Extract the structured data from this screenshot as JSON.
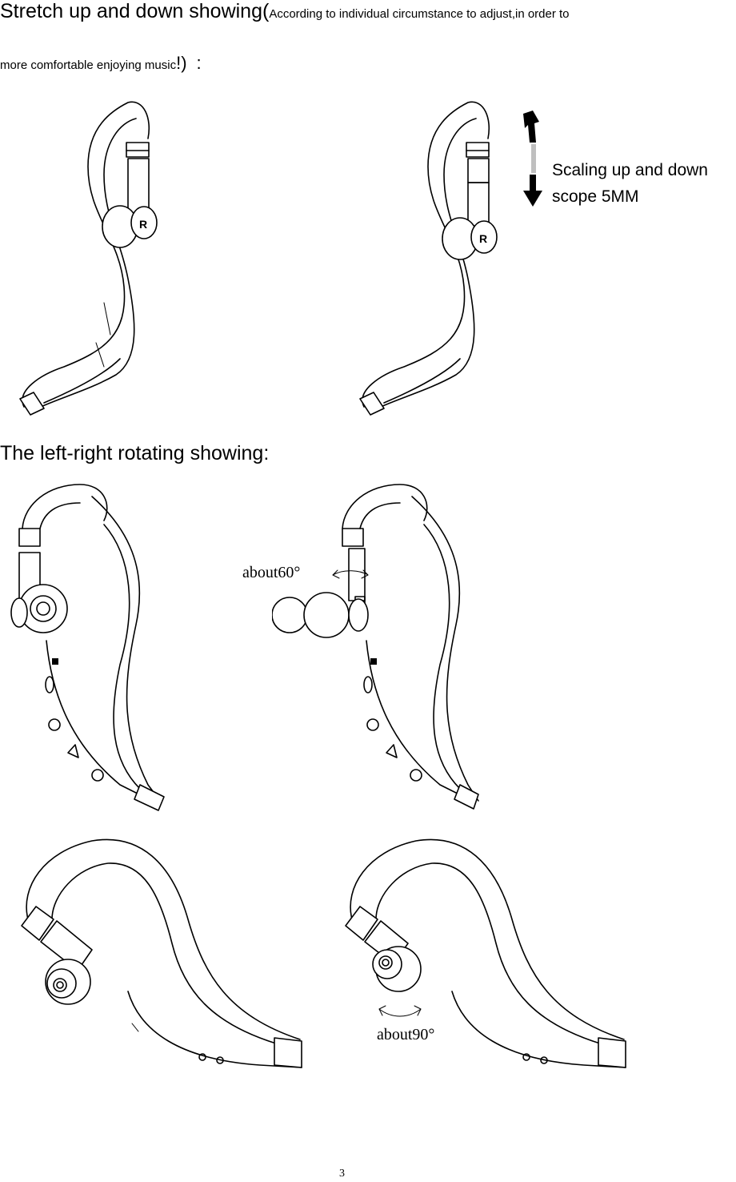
{
  "section1": {
    "title_main": "Stretch up and down showing",
    "title_open_paren": "(",
    "title_note": "According to individual circumstance to adjust,in order to",
    "title_note_line2": "more comfortable enjoying music",
    "title_close": "!)",
    "title_colon": ":"
  },
  "scaling_note": {
    "line1": "Scaling up and down",
    "line2": "scope 5MM"
  },
  "section2": {
    "title": "The left-right rotating showing:"
  },
  "rotation_labels": {
    "about60": "about60°",
    "about90": "about90°"
  },
  "earpiece_mark": "R",
  "page_number": "3",
  "colors": {
    "text": "#000000",
    "background": "#ffffff"
  }
}
